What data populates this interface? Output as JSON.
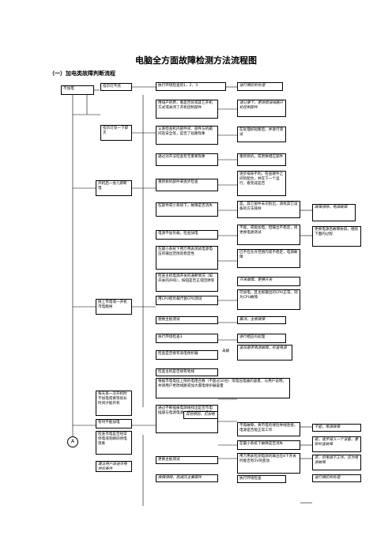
{
  "title": "电脑全方面故障检测方法流程图",
  "section": "（一）加电类故障判断流程",
  "start": "不加电",
  "end_marker": "A",
  "label_not_ok": "未解",
  "left_column": [
    "指示灯不亮",
    "指示灯亮一下即灭",
    "开机后一会儿即断电",
    "接上市电或一开机市电跳闸",
    "有时不能加电",
    "每天第一次开机时不加电或要等很长时间才能开机",
    "检查市电是否经常停电或有瞬间停电现象",
    "建议用户改进市电供应条件"
  ],
  "middle_column": [
    "执行环境检查的1、2、3",
    "用排户的原，看是否装或其它开机方式或关闭了开机控制部件",
    "认真检查机内部件间、部件与机箱间及安全等，是否了短路现象",
    "通过对开法检查有无重要现象",
    "重新拆机部件来逐步检查",
    "在部件或小系统下，故障是否消失",
    "电源不加负载，检查加电",
    "在最小系统下用万用表测试电源电压的输出范围及稳定性",
    "检查主机电源开关的通断情况（如开关的声响），按钮是否正常回弹等",
    "用CPU假负载代替CPU测试",
    "替换主板测试",
    "执行环境检查3",
    "检查是否接有高电保护器",
    "检查主机是否接有地线",
    "根据市电电压上限的电阻合数（不超过20台）或电压电器的容量，与用户说明，并请用户更改线路或加大漏电保护器容量",
    "通过不断插拔电源线找出是否市电插座与电源电源之间连接接触不良",
    "更换主板测试",
    "故障排除，削减元主要部件"
  ],
  "right_column": [
    "进行相应的处理",
    "请记录下，更改错误线路开机控制部件",
    "在处理好短路后，并进行测试",
    "重新拆机，或更换相应部件",
    "逐步排除不利，检查硬件之间的配合，并在下一个运行，看完成是否",
    "是，其它部件未识别出，请找其它设备的方法排除",
    "不能，或能加电，但输出不稳定，则更换电源测试",
    "已不在允许范围内或不稳定，电源故障",
    "开关故障，更换开关",
    "可加电，且主板输出的CPU正常，则为CPU故障",
    "解决，主板故障",
    "进行相应的处理",
    "查找是否电源故障，检查电源",
    "不再故障，将市电的保险导线连接，电源是否能正常工作",
    "在最小系统下故障是否消失",
    "用万用表检测电源的输出在8下开关时能否有5V的变动",
    "执行环境检查",
    "其他原因，见加电",
    "故障排除，电源故障",
    "更换电源后故障依旧，继续下面的过程",
    "不能，电源故障",
    "是，逐步插入一个设备，重新检查故障",
    "否，但电源不工作，应为电源故障",
    "进行相应的处理"
  ]
}
